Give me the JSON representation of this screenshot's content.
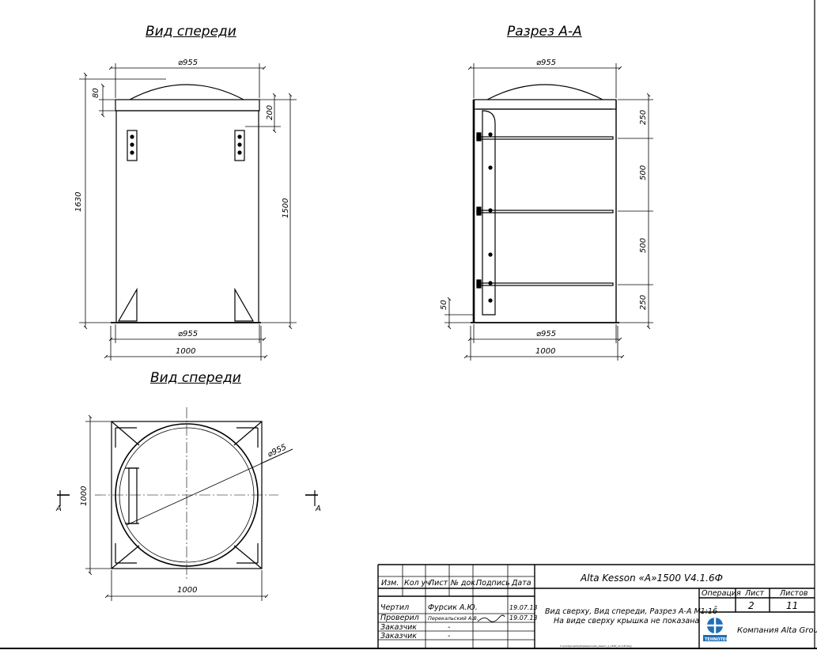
{
  "views": {
    "front_title": "Вид спереди",
    "section_title": "Разрез А-А",
    "top_title": "Вид спереди"
  },
  "dimensions": {
    "front_cap_diameter": "⌀955",
    "front_cap_height": "80",
    "front_top_offset": "200",
    "front_total_height": "1630",
    "front_body_height": "1500",
    "front_base_diameter": "⌀955",
    "front_base_width": "1000",
    "section_cap_diameter": "⌀955",
    "section_spacing_1": "250",
    "section_spacing_2": "500",
    "section_spacing_3": "500",
    "section_spacing_4": "250",
    "section_bottom": "50",
    "section_base_diameter": "⌀955",
    "section_base_width": "1000",
    "top_diameter": "⌀955",
    "top_height": "1000",
    "top_width": "1000",
    "section_mark_left": "A",
    "section_mark_right": "A"
  },
  "title_block": {
    "project_title": "Alta Kesson «A»1500 V4.1.6Ф",
    "headers": [
      "Изм.",
      "Кол уч",
      "Лист",
      "№ док.",
      "Подпись",
      "Дата"
    ],
    "rows": [
      {
        "role": "Чертил",
        "name": "Фурсик А.Ю.",
        "date": "19.07.13"
      },
      {
        "role": "Проверил",
        "name": "Перекальский А.В.",
        "date": "19.07.13"
      },
      {
        "role": "Заказчик",
        "name": "-",
        "date": ""
      },
      {
        "role": "Заказчик",
        "name": "-",
        "date": ""
      }
    ],
    "description_line1": "Вид сверху, Вид спереди, Разрез А-А М1:16",
    "description_line2": "На виде сверху крышка не показана",
    "operation_label": "Операция",
    "sheet_label": "Лист",
    "sheets_label": "Листов",
    "operation_value": "-",
    "sheet_value": "2",
    "sheets_value": "11",
    "company": "Компания Alta Group",
    "logo_text": "TEHNOTECH",
    "file_path": "C:\\work\\proekt\\alta\\kesson\\alta_kesson_a_1500_v4.1.6f.dwg"
  }
}
